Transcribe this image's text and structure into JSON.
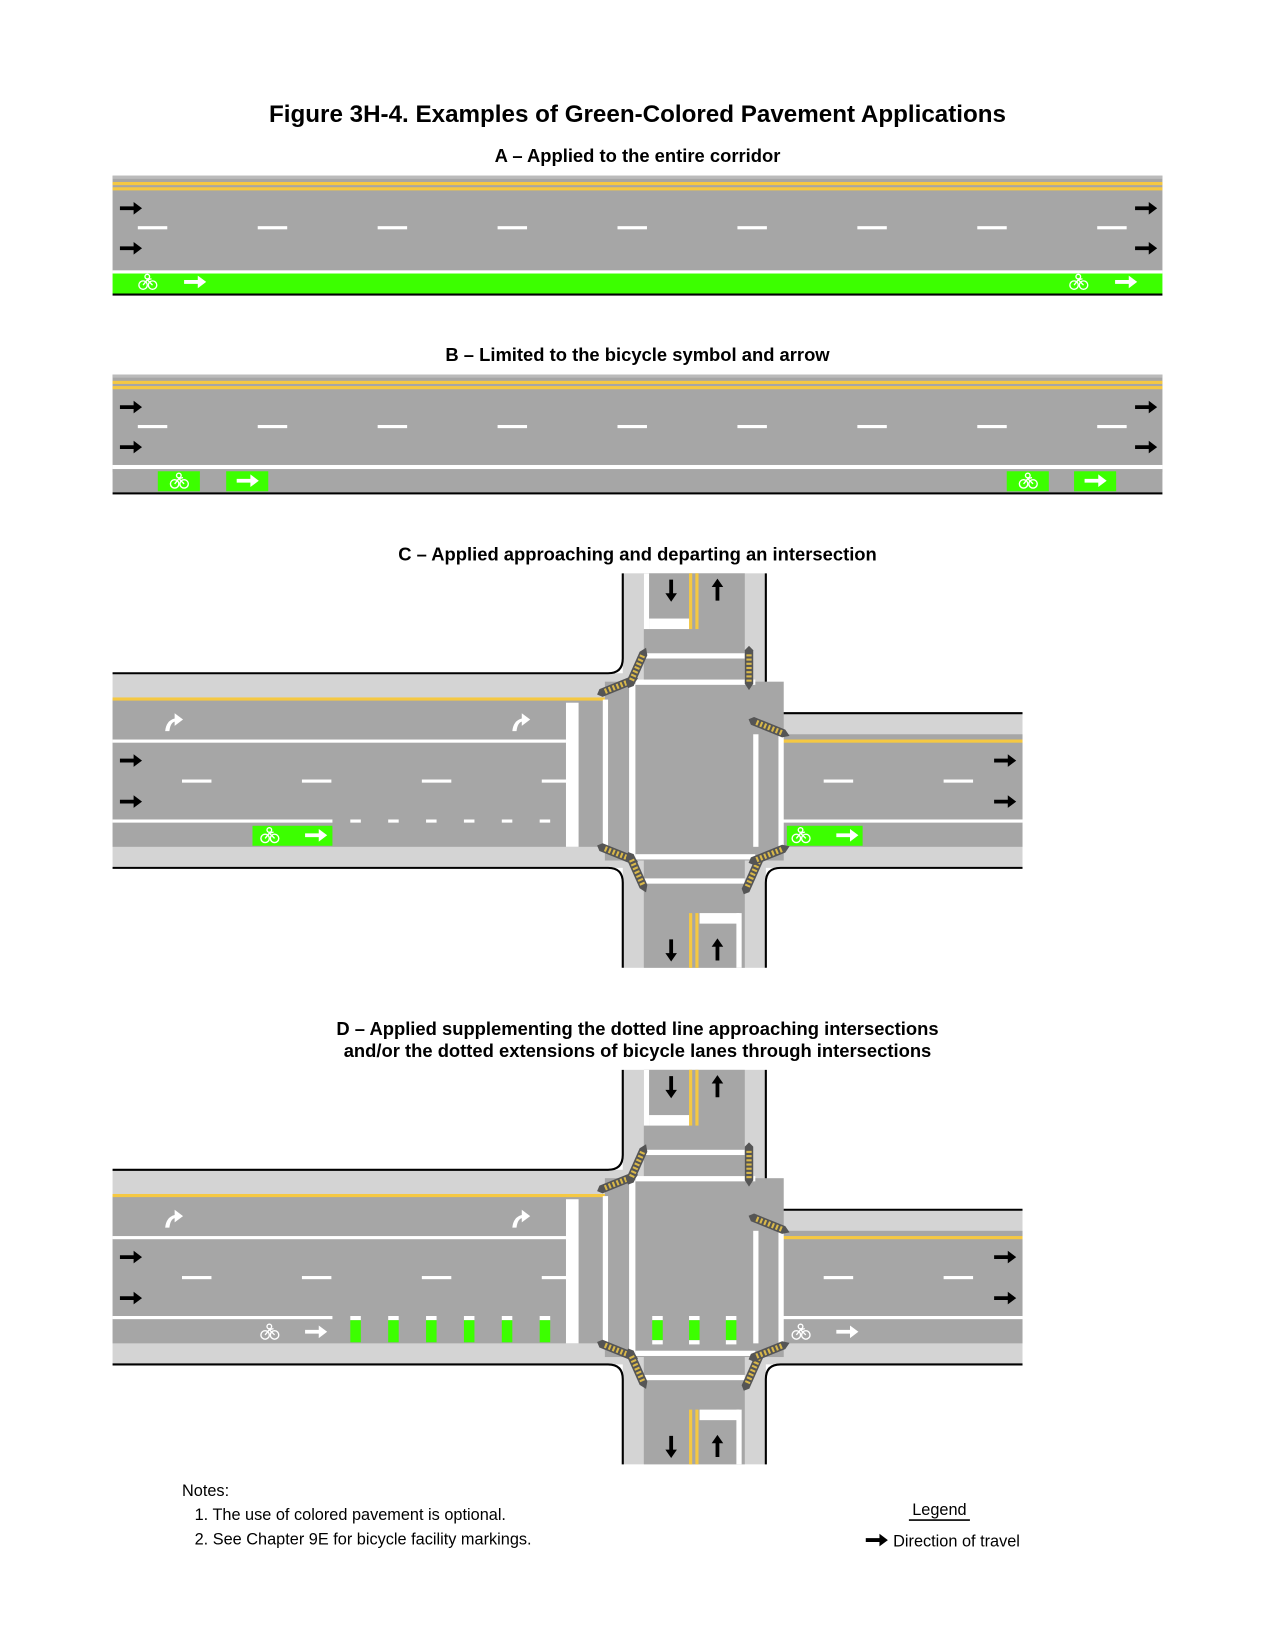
{
  "figure_title": "Figure 3H-4.  Examples of Green-Colored Pavement Applications",
  "panels": {
    "a": {
      "title": "A – Applied to the entire corridor"
    },
    "b": {
      "title": "B – Limited to the bicycle symbol and arrow"
    },
    "c": {
      "title": "C – Applied approaching and departing an intersection"
    },
    "d": {
      "title_line1": "D – Applied supplementing the dotted line approaching intersections",
      "title_line2": "and/or the dotted extensions of bicycle lanes through intersections"
    }
  },
  "notes": {
    "heading": "Notes:",
    "items": [
      "1.  The use of colored pavement is optional.",
      "2.  See Chapter 9E for bicycle facility markings."
    ]
  },
  "legend": {
    "heading": "Legend",
    "items": [
      {
        "icon": "direction-arrow-icon",
        "label": "Direction of travel"
      }
    ]
  },
  "colors": {
    "pavement": "#a6a6a6",
    "sidewalk": "#d4d4d4",
    "green": "#3cff00",
    "yellow": "#f5c842",
    "marking": "#ffffff"
  }
}
